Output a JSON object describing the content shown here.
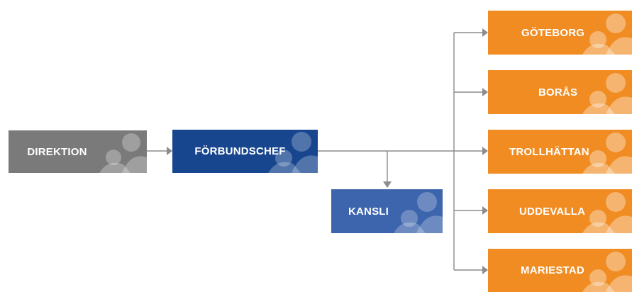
{
  "nodes": {
    "direktion": "DIREKTION",
    "forbundschef": "FÖRBUNDSCHEF",
    "kansli": "KANSLI",
    "goteborg": "GÖTEBORG",
    "boras": "BORÅS",
    "trollhattan": "TROLLHÄTTAN",
    "uddevalla": "UDDEVALLA",
    "mariestad": "MARIESTAD"
  },
  "colors": {
    "gray": "#7b7a7a",
    "navy": "#17468f",
    "blue": "#3d65ad",
    "orange": "#f08c22",
    "connector": "#8c8c8c",
    "deco_light": "rgba(255,255,255,0.35)"
  },
  "icons": {
    "node_decoration": "people-group-icon",
    "connector_end": "arrowhead-icon"
  }
}
